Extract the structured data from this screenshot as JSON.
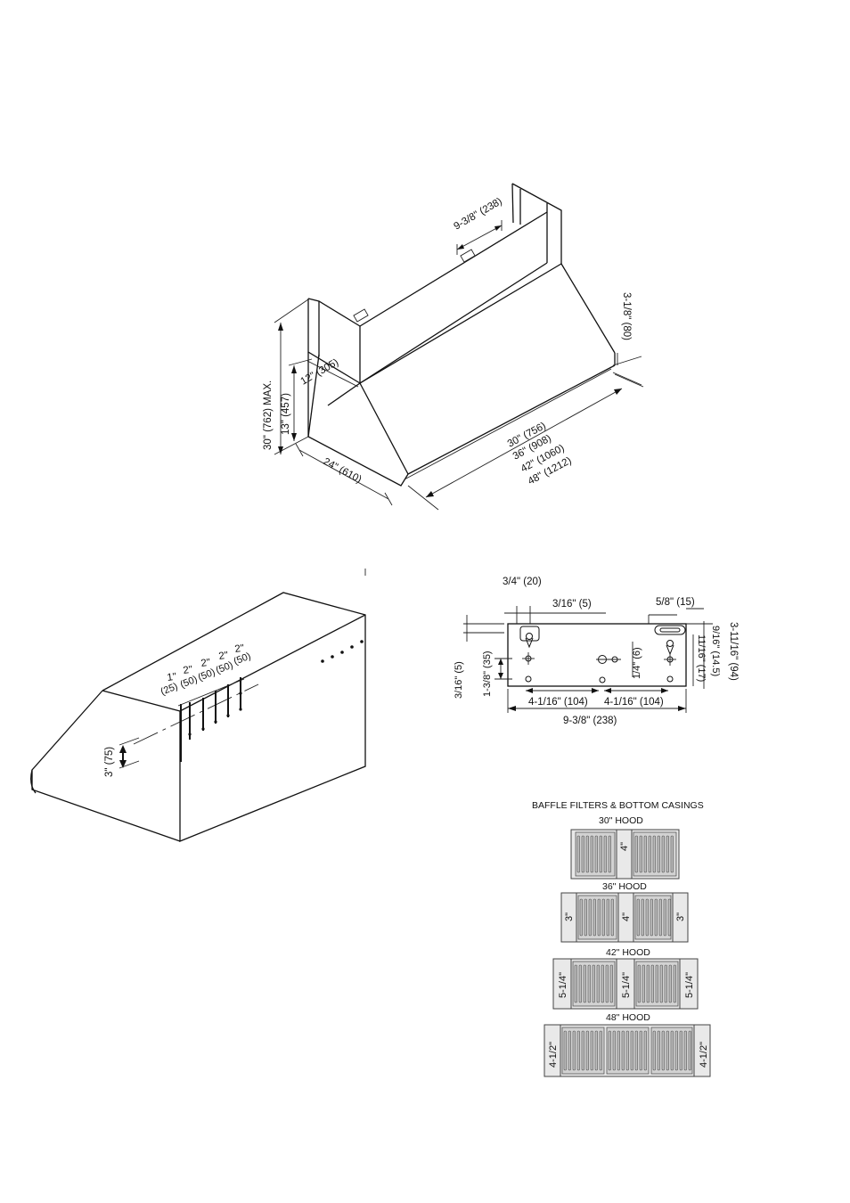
{
  "hood_dims": {
    "top_duct": "9-3/8\" (238)",
    "lip": "3-1/8\" (80)",
    "max_height": "30\" (762) MAX.",
    "depth_top": "12\" (305)",
    "body_height": "13\" (457)",
    "depth": "24\" (610)",
    "widths": [
      "30\" (756)",
      "36\" (908)",
      "42\" (1060)",
      "48\" (1212)"
    ]
  },
  "side_dims": {
    "spacing_in": [
      "1\"",
      "2\"",
      "2\"",
      "2\"",
      "2\""
    ],
    "spacing_mm": [
      "(25)",
      "(50)",
      "(50)",
      "(50)",
      "(50)"
    ],
    "vertical": "3\" (75)"
  },
  "bracket_dims": {
    "a": "3/4\" (20)",
    "b": "3/16\" (5)",
    "c": "5/8\" (15)",
    "d": "3-11/16\" (94)",
    "e": "9/16\" (14.5)",
    "f": "11/16\" (17)",
    "g": "1/4\" (6)",
    "h": "3/16\" (5)",
    "i": "1-3/8\" (35)",
    "j": "4-1/16\" (104)",
    "k": "4-1/16\" (104)",
    "l": "9-3/8\" (238)"
  },
  "filters": {
    "title": "BAFFLE FILTERS & BOTTOM CASINGS",
    "hoods": [
      {
        "label": "30\" HOOD",
        "center": "4\"",
        "left": "",
        "right": ""
      },
      {
        "label": "36\" HOOD",
        "center": "4\"",
        "left": "3\"",
        "right": "3\""
      },
      {
        "label": "42\" HOOD",
        "center": "5-1/4\"",
        "left": "5-1/4\"",
        "right": "5-1/4\""
      },
      {
        "label": "48\" HOOD",
        "center": "",
        "left": "4-1/2\"",
        "right": "4-1/2\""
      }
    ]
  }
}
